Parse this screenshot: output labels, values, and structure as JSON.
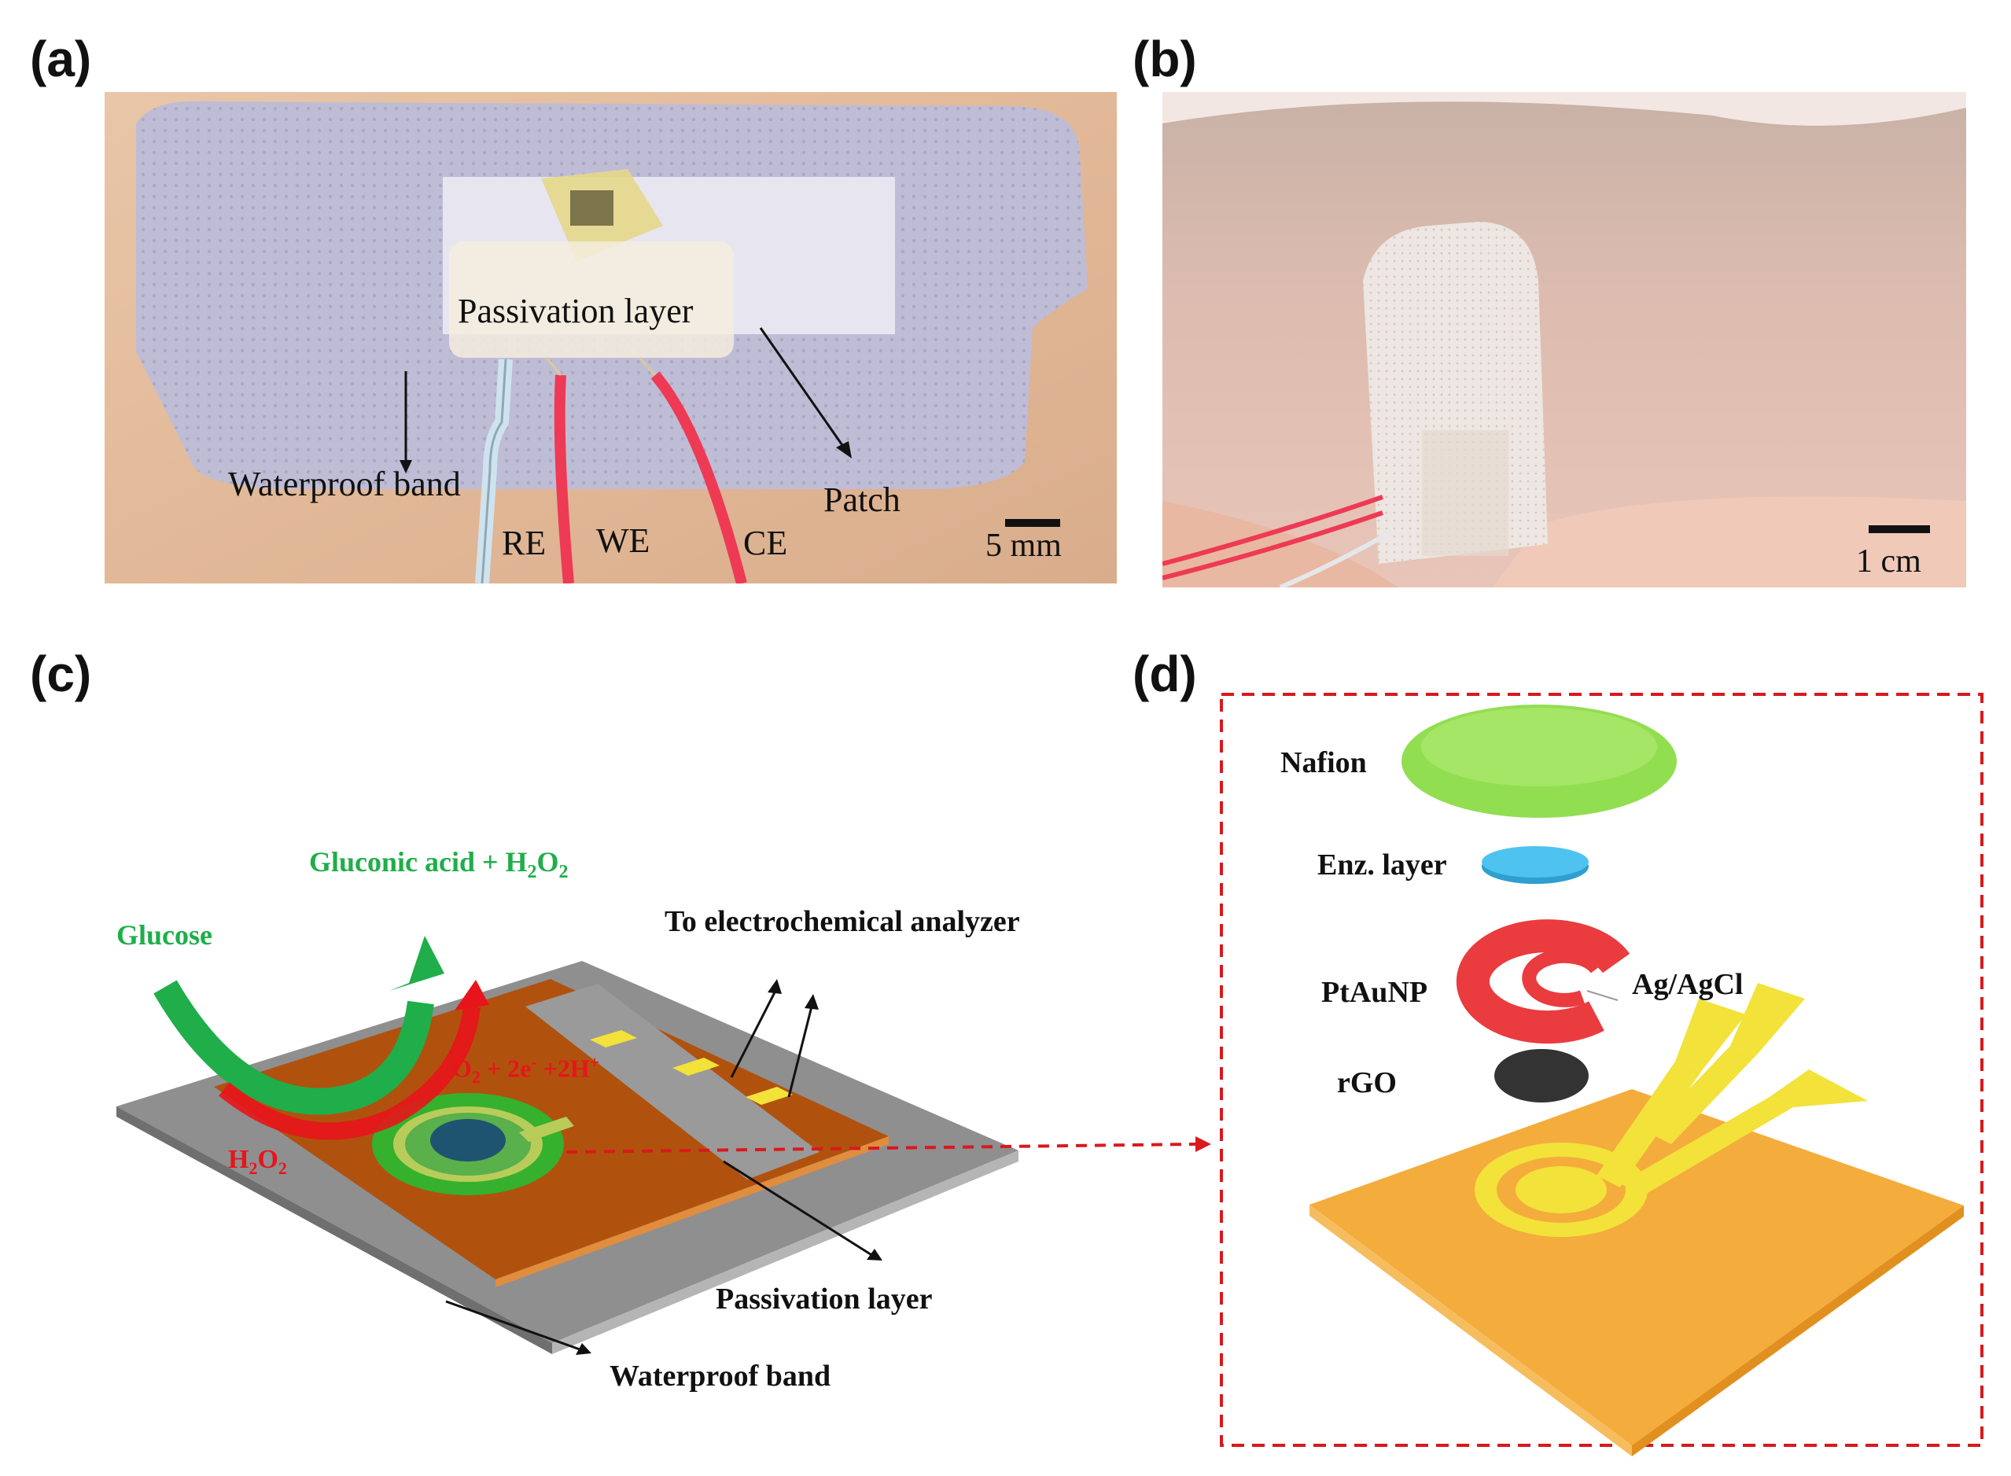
{
  "panels": {
    "a": {
      "label": "(a)",
      "passivation": "Passivation layer",
      "waterproof": "Waterproof band",
      "patch": "Patch",
      "re": "RE",
      "we": "WE",
      "ce": "CE",
      "scale": "5 mm"
    },
    "b": {
      "label": "(b)",
      "scale": "1 cm"
    },
    "c": {
      "label": "(c)",
      "gluconic": "Gluconic acid + H",
      "gluconic_sub1": "2",
      "gluconic_mid": "O",
      "gluconic_sub2": "2",
      "glucose": "Glucose",
      "analyzer": "To electrochemical analyzer",
      "reaction_o": "O",
      "reaction_sub": "2",
      "reaction_rest": " + 2e",
      "reaction_sup1": "-",
      "reaction_rest2": " +2H",
      "reaction_sup2": "+",
      "h2o2_h": "H",
      "h2o2_s1": "2",
      "h2o2_o": "O",
      "h2o2_s2": "2",
      "passivation": "Passivation layer",
      "waterproof": "Waterproof band"
    },
    "d": {
      "label": "(d)",
      "nafion": "Nafion",
      "enz": "Enz. layer",
      "ptau": "PtAuNP",
      "agcl": "Ag/AgCl",
      "rgo": "rGO"
    }
  },
  "colors": {
    "red_arrow": "#e8141b",
    "green_arrow": "#1fae4a",
    "orange_substrate": "#b0520e",
    "gray_band": "#8c8c8c",
    "dashed_box": "#d9191c",
    "nafion_green": "#7fd832",
    "enzyme_blue": "#4fc3f0",
    "ptau_red": "#ea3b3f",
    "gold": "#f2e23a",
    "pcb_orange": "#f4ac3c"
  }
}
